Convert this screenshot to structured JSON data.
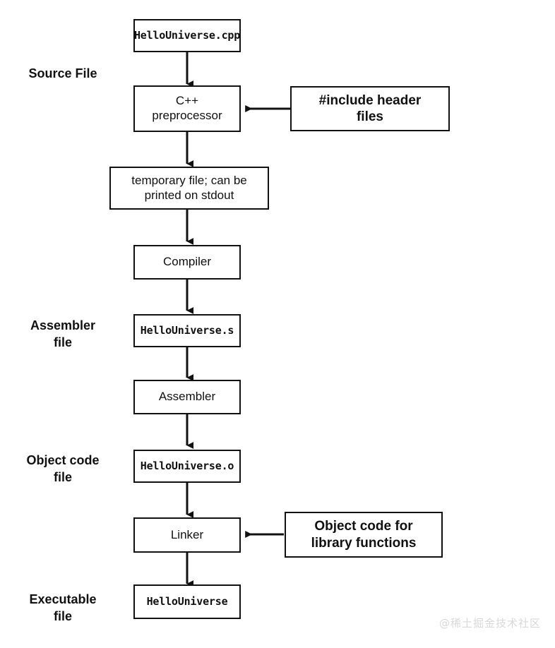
{
  "diagram": {
    "title": "C++ compilation pipeline flowchart",
    "line_color": "#111111",
    "box_fill": "#ffffff",
    "watermark": "@稀土掘金技术社区"
  },
  "stage_labels": [
    {
      "id": "source-file",
      "text": "Source File"
    },
    {
      "id": "assembler-file",
      "text": "Assembler\nfile"
    },
    {
      "id": "object-code-file",
      "text": "Object code\nfile"
    },
    {
      "id": "executable-file",
      "text": "Executable\nfile"
    }
  ],
  "nodes": {
    "source": "HelloUniverse.cpp",
    "preprocessor": "C++\npreprocessor",
    "include_headers": "#include header\nfiles",
    "temp_file": "temporary file; can be\nprinted on stdout",
    "compiler": "Compiler",
    "asm_file": "HelloUniverse.s",
    "assembler": "Assembler",
    "obj_file": "HelloUniverse.o",
    "linker": "Linker",
    "library_objects": "Object code for\nlibrary functions",
    "executable": "HelloUniverse"
  },
  "flow_sequence": [
    "HelloUniverse.cpp",
    "C++ preprocessor",
    "temporary file; can be printed on stdout",
    "Compiler",
    "HelloUniverse.s",
    "Assembler",
    "HelloUniverse.o",
    "Linker",
    "HelloUniverse"
  ],
  "side_inputs": [
    {
      "from": "#include header files",
      "to": "C++ preprocessor"
    },
    {
      "from": "Object code for library functions",
      "to": "Linker"
    }
  ]
}
